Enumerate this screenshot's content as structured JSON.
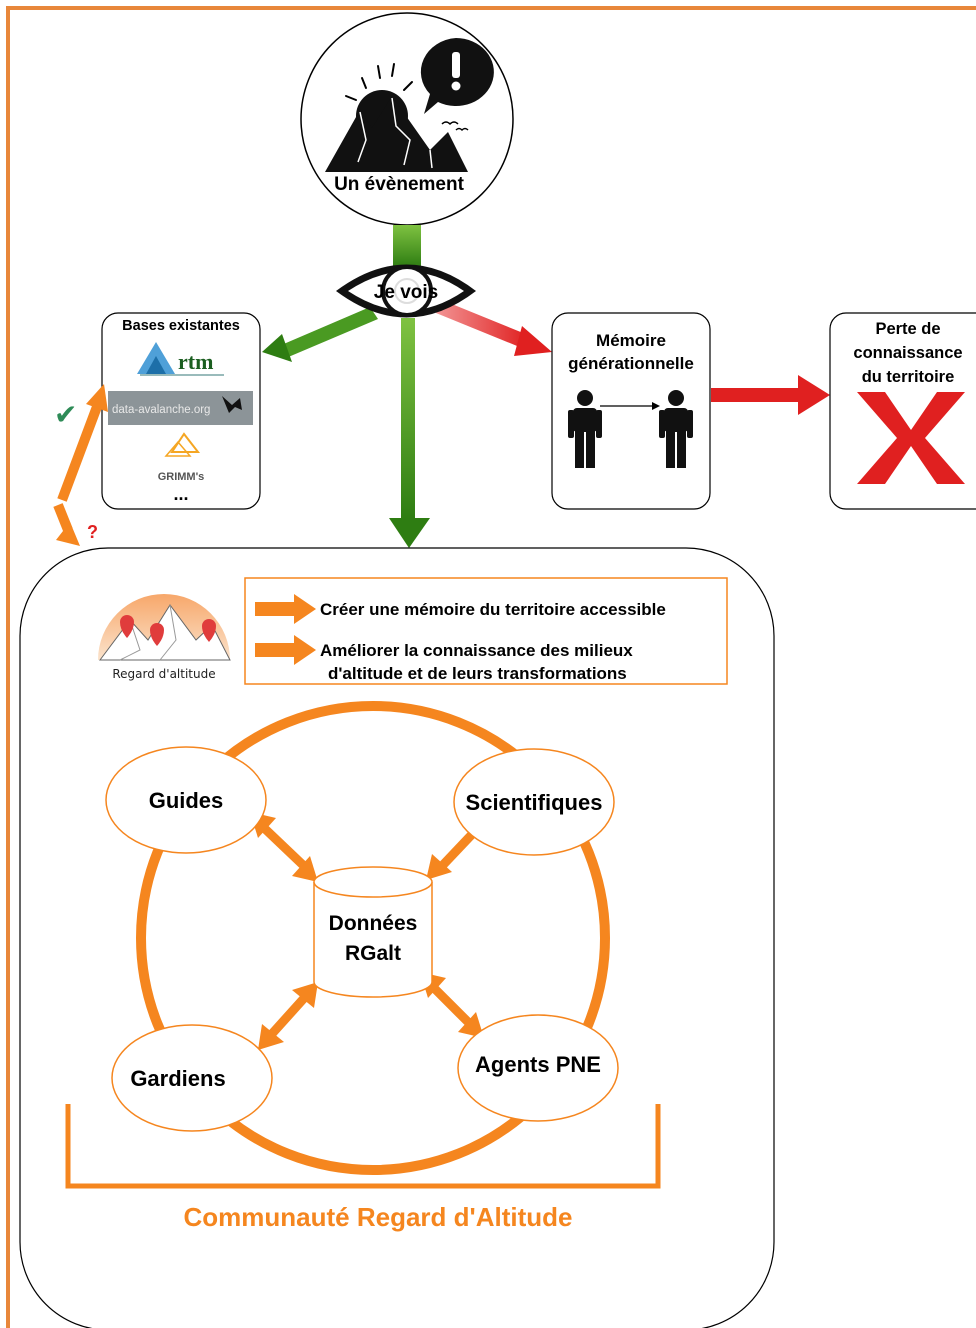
{
  "event": {
    "label": "Un évènement",
    "icon": "mountain-alert-icon"
  },
  "eye": {
    "label": "Je vois",
    "icon": "eye-icon"
  },
  "bases": {
    "title": "Bases existantes",
    "logos": [
      "rtm",
      "data-avalanche.org",
      "GRIMM's"
    ],
    "more": "..."
  },
  "memory": {
    "line1": "Mémoire",
    "line2": "générationnelle",
    "icon": "people-transmission-icon"
  },
  "loss": {
    "line1": "Perte de",
    "line2": "connaissance",
    "line3": "du territoire",
    "icon": "red-cross-icon"
  },
  "marks": {
    "check": "✔",
    "question": "?"
  },
  "rgalt_logo": {
    "caption": "Regard d'altitude"
  },
  "goals": {
    "goal1": "Créer une mémoire du territoire accessible",
    "goal2_line1": "Améliorer la connaissance des milieux",
    "goal2_line2": "d'altitude et de leurs transformations"
  },
  "community": {
    "title": "Communauté Regard d'Altitude",
    "center_line1": "Données",
    "center_line2": "RGalt",
    "members": [
      "Guides",
      "Scientifiques",
      "Gardiens",
      "Agents PNE"
    ]
  },
  "colors": {
    "frame": "#E8873A",
    "orange": "#F5861F",
    "green": "#3E8E1F",
    "red": "#E02020",
    "goal_text": "#000000",
    "community_title": "#F5861F"
  }
}
